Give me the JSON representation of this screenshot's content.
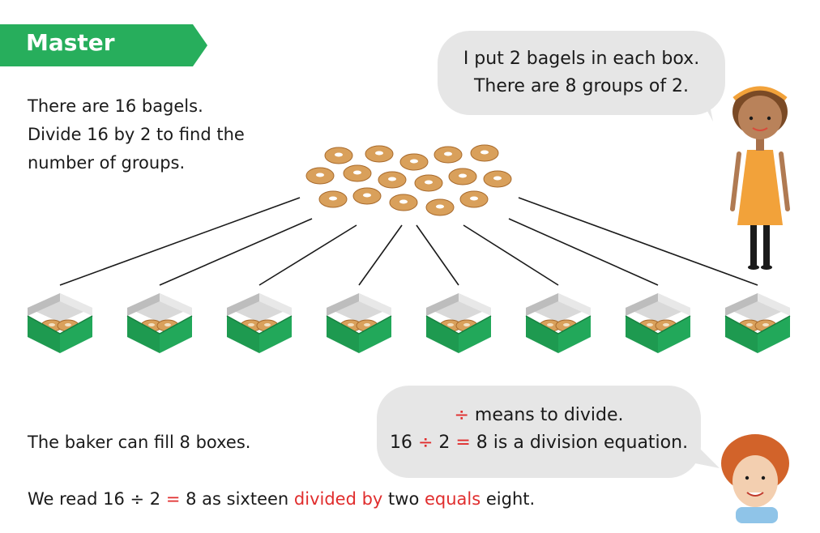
{
  "banner": {
    "label": "Master",
    "color": "#27ae5c"
  },
  "intro": {
    "line1": "There are 16 bagels.",
    "line2": "Divide 16 by 2 to find the",
    "line3": "number of groups."
  },
  "speech_top": {
    "line1": "I put 2 bagels in each box.",
    "line2": "There are 8 groups of 2."
  },
  "speech_bottom": {
    "symbol": "÷",
    "line1_rest": " means to divide.",
    "eq_a": "16 ",
    "eq_div": "÷",
    "eq_b": " 2 ",
    "eq_equals": "=",
    "eq_c": " 8 is a division equation."
  },
  "statement": "The baker can fill 8 boxes.",
  "reading": {
    "part1": "We read 16 ",
    "div": "÷",
    "part2": " 2 ",
    "eq": "=",
    "part3": " 8 as sixteen ",
    "divided_by": "divided by",
    "part4": " two ",
    "equals": "equals",
    "part5": " eight."
  },
  "colors": {
    "accent_red": "#e02d2d",
    "box_green": "#22a85a",
    "bubble_gray": "#e6e6e6",
    "bagel": "#d9a05b"
  },
  "illustration": {
    "bagel_count": 16,
    "box_count": 8,
    "bagels_per_box": 2
  }
}
